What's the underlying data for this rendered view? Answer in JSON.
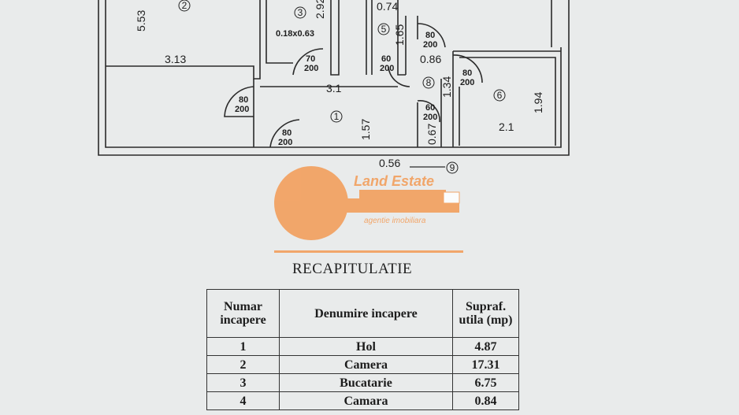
{
  "plan": {
    "dimensions": {
      "d553": "5.53",
      "d313": "3.13",
      "d292": "2.92",
      "d074": "0.74",
      "d165": "1.65",
      "d018": "0.18x0.63",
      "d086": "0.86",
      "d31": "3.1",
      "d157": "1.57",
      "d134": "1.34",
      "d194": "1.94",
      "d21": "2.1",
      "d067": "0.67",
      "d056": "0.56"
    },
    "doors": {
      "door_top": "80",
      "door_bottom": "200",
      "door60_top": "60",
      "door70_top": "70"
    },
    "room_numbers": [
      "1",
      "2",
      "3",
      "5",
      "6",
      "8",
      "9"
    ]
  },
  "watermark": {
    "brand": "Land Estate",
    "tagline": "agentie imobiliara",
    "accent_color": "#f0a060"
  },
  "summary": {
    "title": "RECAPITULATIE",
    "headers": {
      "number": "Numar incapere",
      "name": "Denumire incapere",
      "area": "Supraf. utila (mp)"
    },
    "rows": [
      {
        "nr": "1",
        "name": "Hol",
        "area": "4.87"
      },
      {
        "nr": "2",
        "name": "Camera",
        "area": "17.31"
      },
      {
        "nr": "3",
        "name": "Bucatarie",
        "area": "6.75"
      },
      {
        "nr": "4",
        "name": "Camara",
        "area": "0.84"
      }
    ]
  }
}
